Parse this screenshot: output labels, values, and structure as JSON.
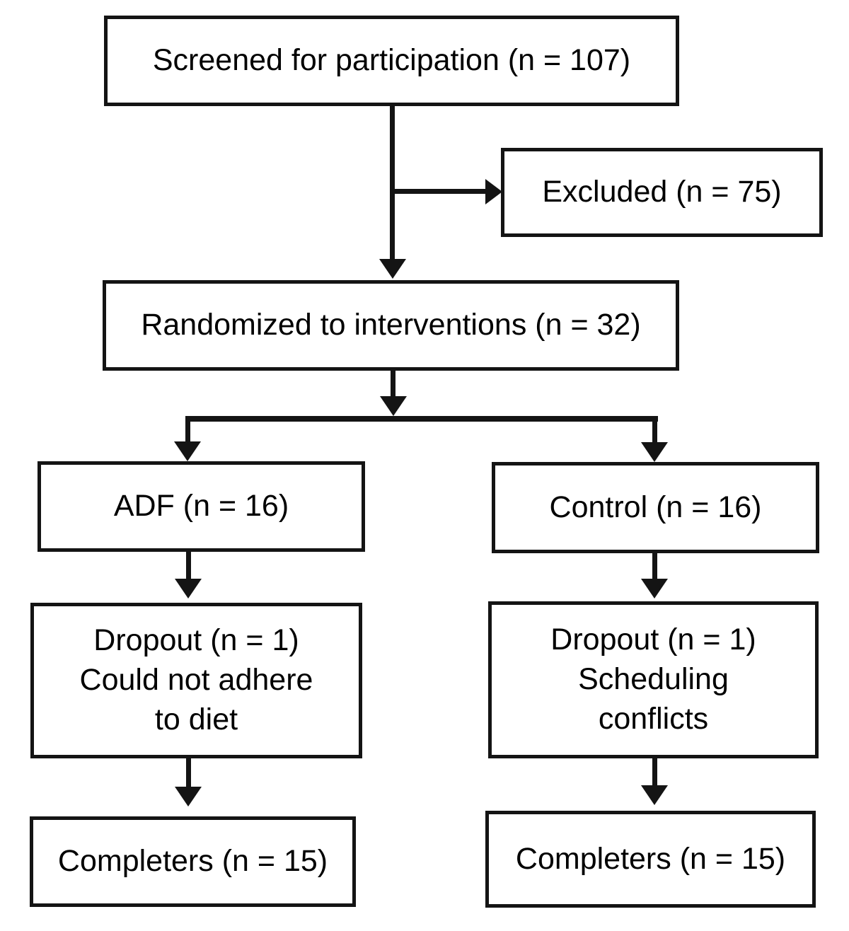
{
  "diagram": {
    "type": "consort-flowchart",
    "colors": {
      "line": "#141414",
      "background": "#ffffff",
      "text": "#000000"
    },
    "nodes": {
      "screened": {
        "label": "Screened for participation (n = 107)",
        "n": 107
      },
      "excluded": {
        "label": "Excluded (n = 75)",
        "n": 75
      },
      "randomized": {
        "label": "Randomized to interventions (n = 32)",
        "n": 32
      },
      "adf": {
        "label": "ADF (n = 16)",
        "n": 16
      },
      "control": {
        "label": "Control (n = 16)",
        "n": 16
      },
      "adf_dropout": {
        "label": "Dropout (n = 1)\nCould not adhere\nto diet",
        "n": 1,
        "reason": "Could not adhere to diet"
      },
      "control_dropout": {
        "label": "Dropout (n = 1)\nScheduling\nconflicts",
        "n": 1,
        "reason": "Scheduling conflicts"
      },
      "adf_completers": {
        "label": "Completers (n = 15)",
        "n": 15
      },
      "control_completers": {
        "label": "Completers (n = 15)",
        "n": 15
      }
    },
    "edges": [
      {
        "from": "screened",
        "to": "randomized"
      },
      {
        "from": "screened",
        "to": "excluded"
      },
      {
        "from": "randomized",
        "to": "adf"
      },
      {
        "from": "randomized",
        "to": "control"
      },
      {
        "from": "adf",
        "to": "adf_dropout"
      },
      {
        "from": "control",
        "to": "control_dropout"
      },
      {
        "from": "adf_dropout",
        "to": "adf_completers"
      },
      {
        "from": "control_dropout",
        "to": "control_completers"
      }
    ]
  }
}
